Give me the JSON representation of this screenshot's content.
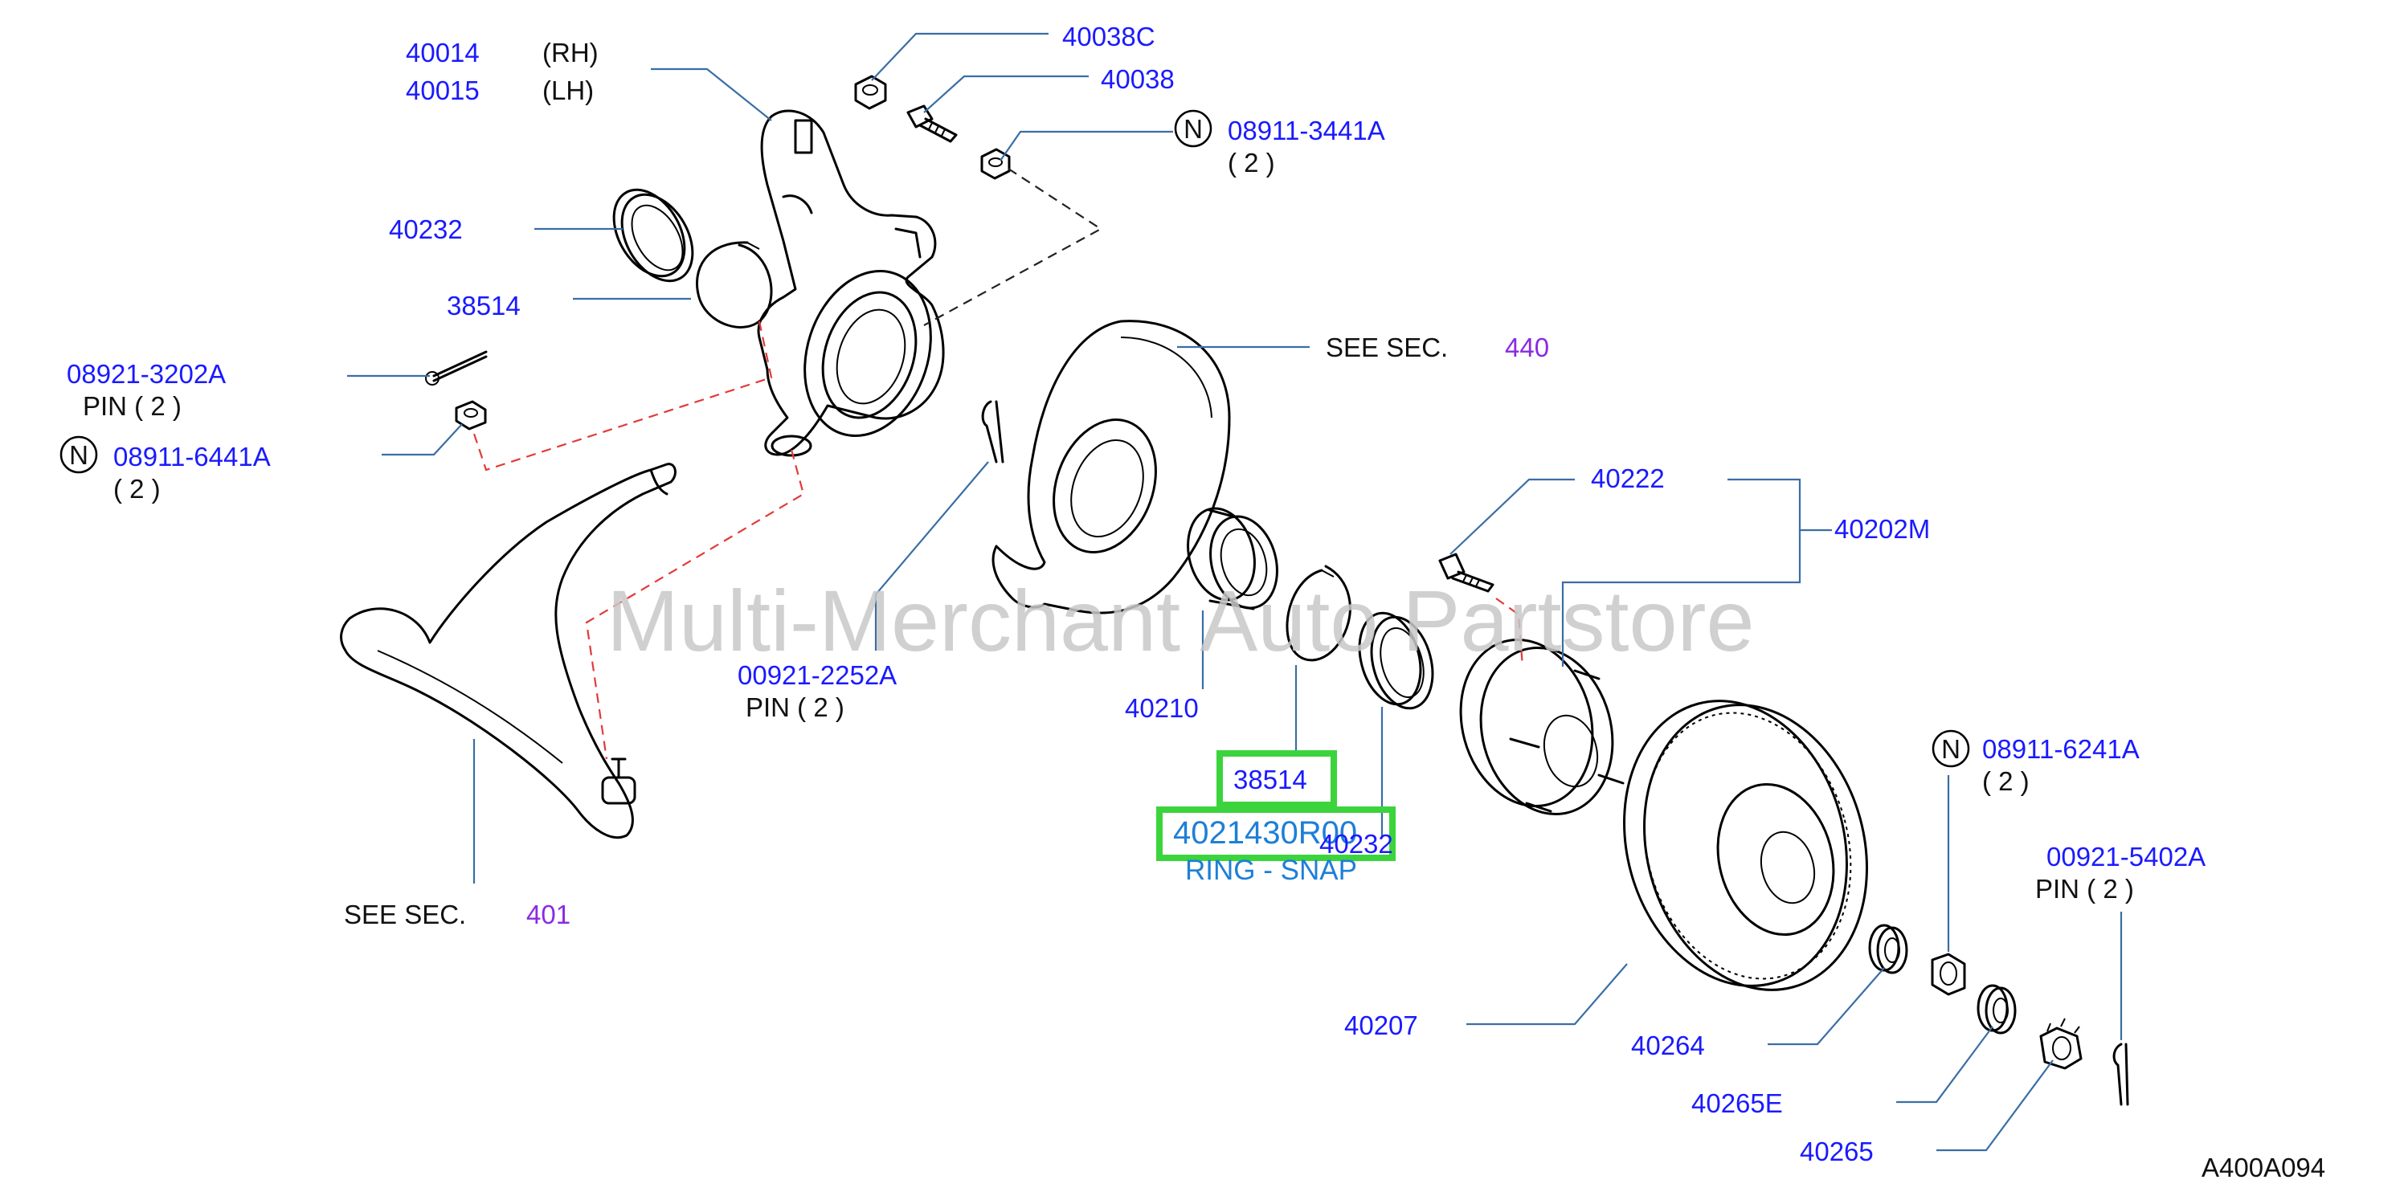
{
  "colors": {
    "part_number": "#1a1aff",
    "text": "#111111",
    "section_ref": "#8a2be2",
    "leader_line": "#3a6ea5",
    "dash_black": "#222222",
    "dash_red": "#e23a3a",
    "highlight": "#3cd43c",
    "highlight_text": "#1e7fd6",
    "watermark": "#c8c8c8"
  },
  "watermark": "Multi-Merchant Auto Partstore",
  "diagram_code": "A400A094",
  "highlight": {
    "part": "38514",
    "pn": "4021430R00",
    "desc": "RING - SNAP"
  },
  "labels": {
    "p40014": "40014",
    "rh": "(RH)",
    "p40015": "40015",
    "lh": "(LH)",
    "p40038c": "40038C",
    "p40038": "40038",
    "p08911_3441a": "08911-3441A",
    "qty_3441a": "( 2 )",
    "p40232_top": "40232",
    "p38514_top": "38514",
    "p08921_3202a": "08921-3202A",
    "pin_3202a": "PIN ( 2 )",
    "p08911_6441a": "08911-6441A",
    "qty_6441a": "( 2 )",
    "see_sec_1": "SEE SEC.",
    "sec_440": "440",
    "p00921_2252a": "00921-2252A",
    "pin_2252a": "PIN ( 2 )",
    "p40210": "40210",
    "p40232_bottom": "40232",
    "p40222": "40222",
    "p40202m": "40202M",
    "see_sec_2": "SEE SEC.",
    "sec_401": "401",
    "p08911_6241a": "08911-6241A",
    "qty_6241a": "( 2 )",
    "p00921_5402a": "00921-5402A",
    "pin_5402a": "PIN ( 2 )",
    "p40207": "40207",
    "p40264": "40264",
    "p40265e": "40265E",
    "p40265": "40265",
    "n_mark": "N"
  }
}
